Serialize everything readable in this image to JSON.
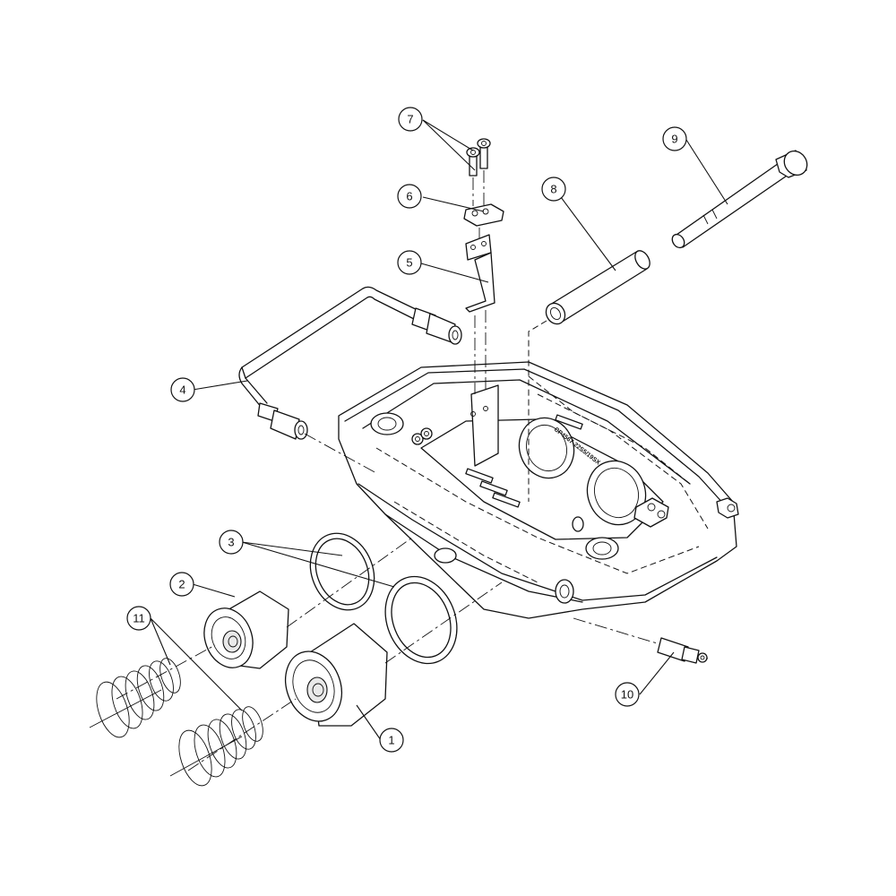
{
  "diagram": {
    "type": "exploded-assembly",
    "subject": "brake caliper",
    "casting_marking": "CP4567-22S5/19SX",
    "callouts": [
      {
        "id": "c1",
        "label": "1",
        "part": "piston-large"
      },
      {
        "id": "c2",
        "label": "2",
        "part": "piston-small"
      },
      {
        "id": "c3",
        "label": "3",
        "part": "piston-seals"
      },
      {
        "id": "c4",
        "label": "4",
        "part": "bridge-pipe"
      },
      {
        "id": "c5",
        "label": "5",
        "part": "pad-retaining-bracket"
      },
      {
        "id": "c6",
        "label": "6",
        "part": "retaining-plate"
      },
      {
        "id": "c7",
        "label": "7",
        "part": "cap-screws"
      },
      {
        "id": "c8",
        "label": "8",
        "part": "pad-pin-sleeve"
      },
      {
        "id": "c9",
        "label": "9",
        "part": "pad-pin-bolt"
      },
      {
        "id": "c10",
        "label": "10",
        "part": "bleed-screw"
      },
      {
        "id": "c11",
        "label": "11",
        "part": "piston-springs"
      }
    ]
  }
}
